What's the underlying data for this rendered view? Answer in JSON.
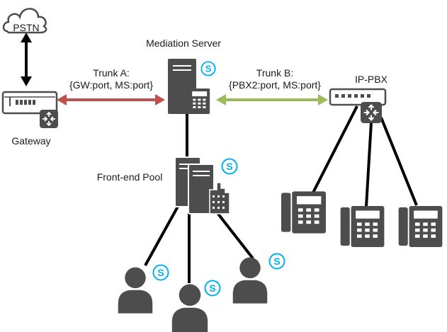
{
  "labels": {
    "pstn": "PSTN",
    "mediation_server": "Mediation Server",
    "trunk_a_title": "Trunk A:",
    "trunk_a_detail": "{GW:port, MS:port}",
    "trunk_b_title": "Trunk B:",
    "trunk_b_detail": "{PBX2:port, MS:port}",
    "ip_pbx": "IP-PBX",
    "gateway": "Gateway",
    "front_end_pool": "Front-end Pool"
  },
  "skype_badge": "S",
  "colors": {
    "trunk_a": "#c0504d",
    "trunk_b": "#9bbb59",
    "device": "#4d4d4d",
    "skype": "#00aff0"
  }
}
